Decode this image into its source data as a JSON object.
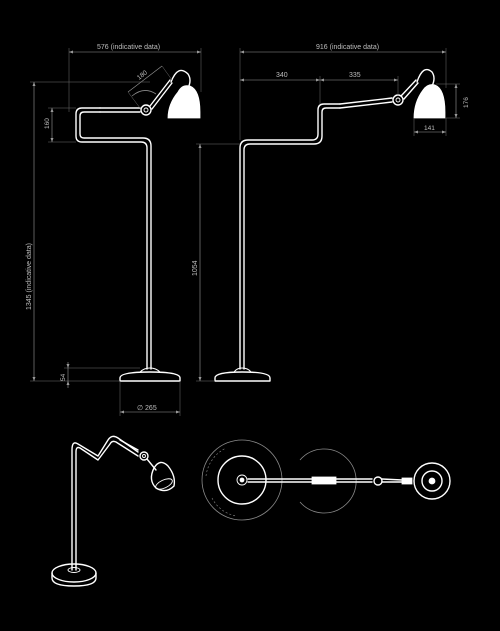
{
  "dimensions": {
    "side_width": "576 (indicative data)",
    "side_arm": "180",
    "side_offset": "160",
    "total_height": "1345 (indicative data)",
    "base_height": "54",
    "base_diameter": "∅ 265",
    "front_width": "916 (indicative data)",
    "front_arm_1": "340",
    "front_arm_2": "335",
    "shade_height": "176",
    "shade_diameter": "141",
    "stem_height": "1054"
  },
  "colors": {
    "background": "#000000",
    "lines": "#ffffff",
    "dimensions": "#9a9a9a"
  }
}
